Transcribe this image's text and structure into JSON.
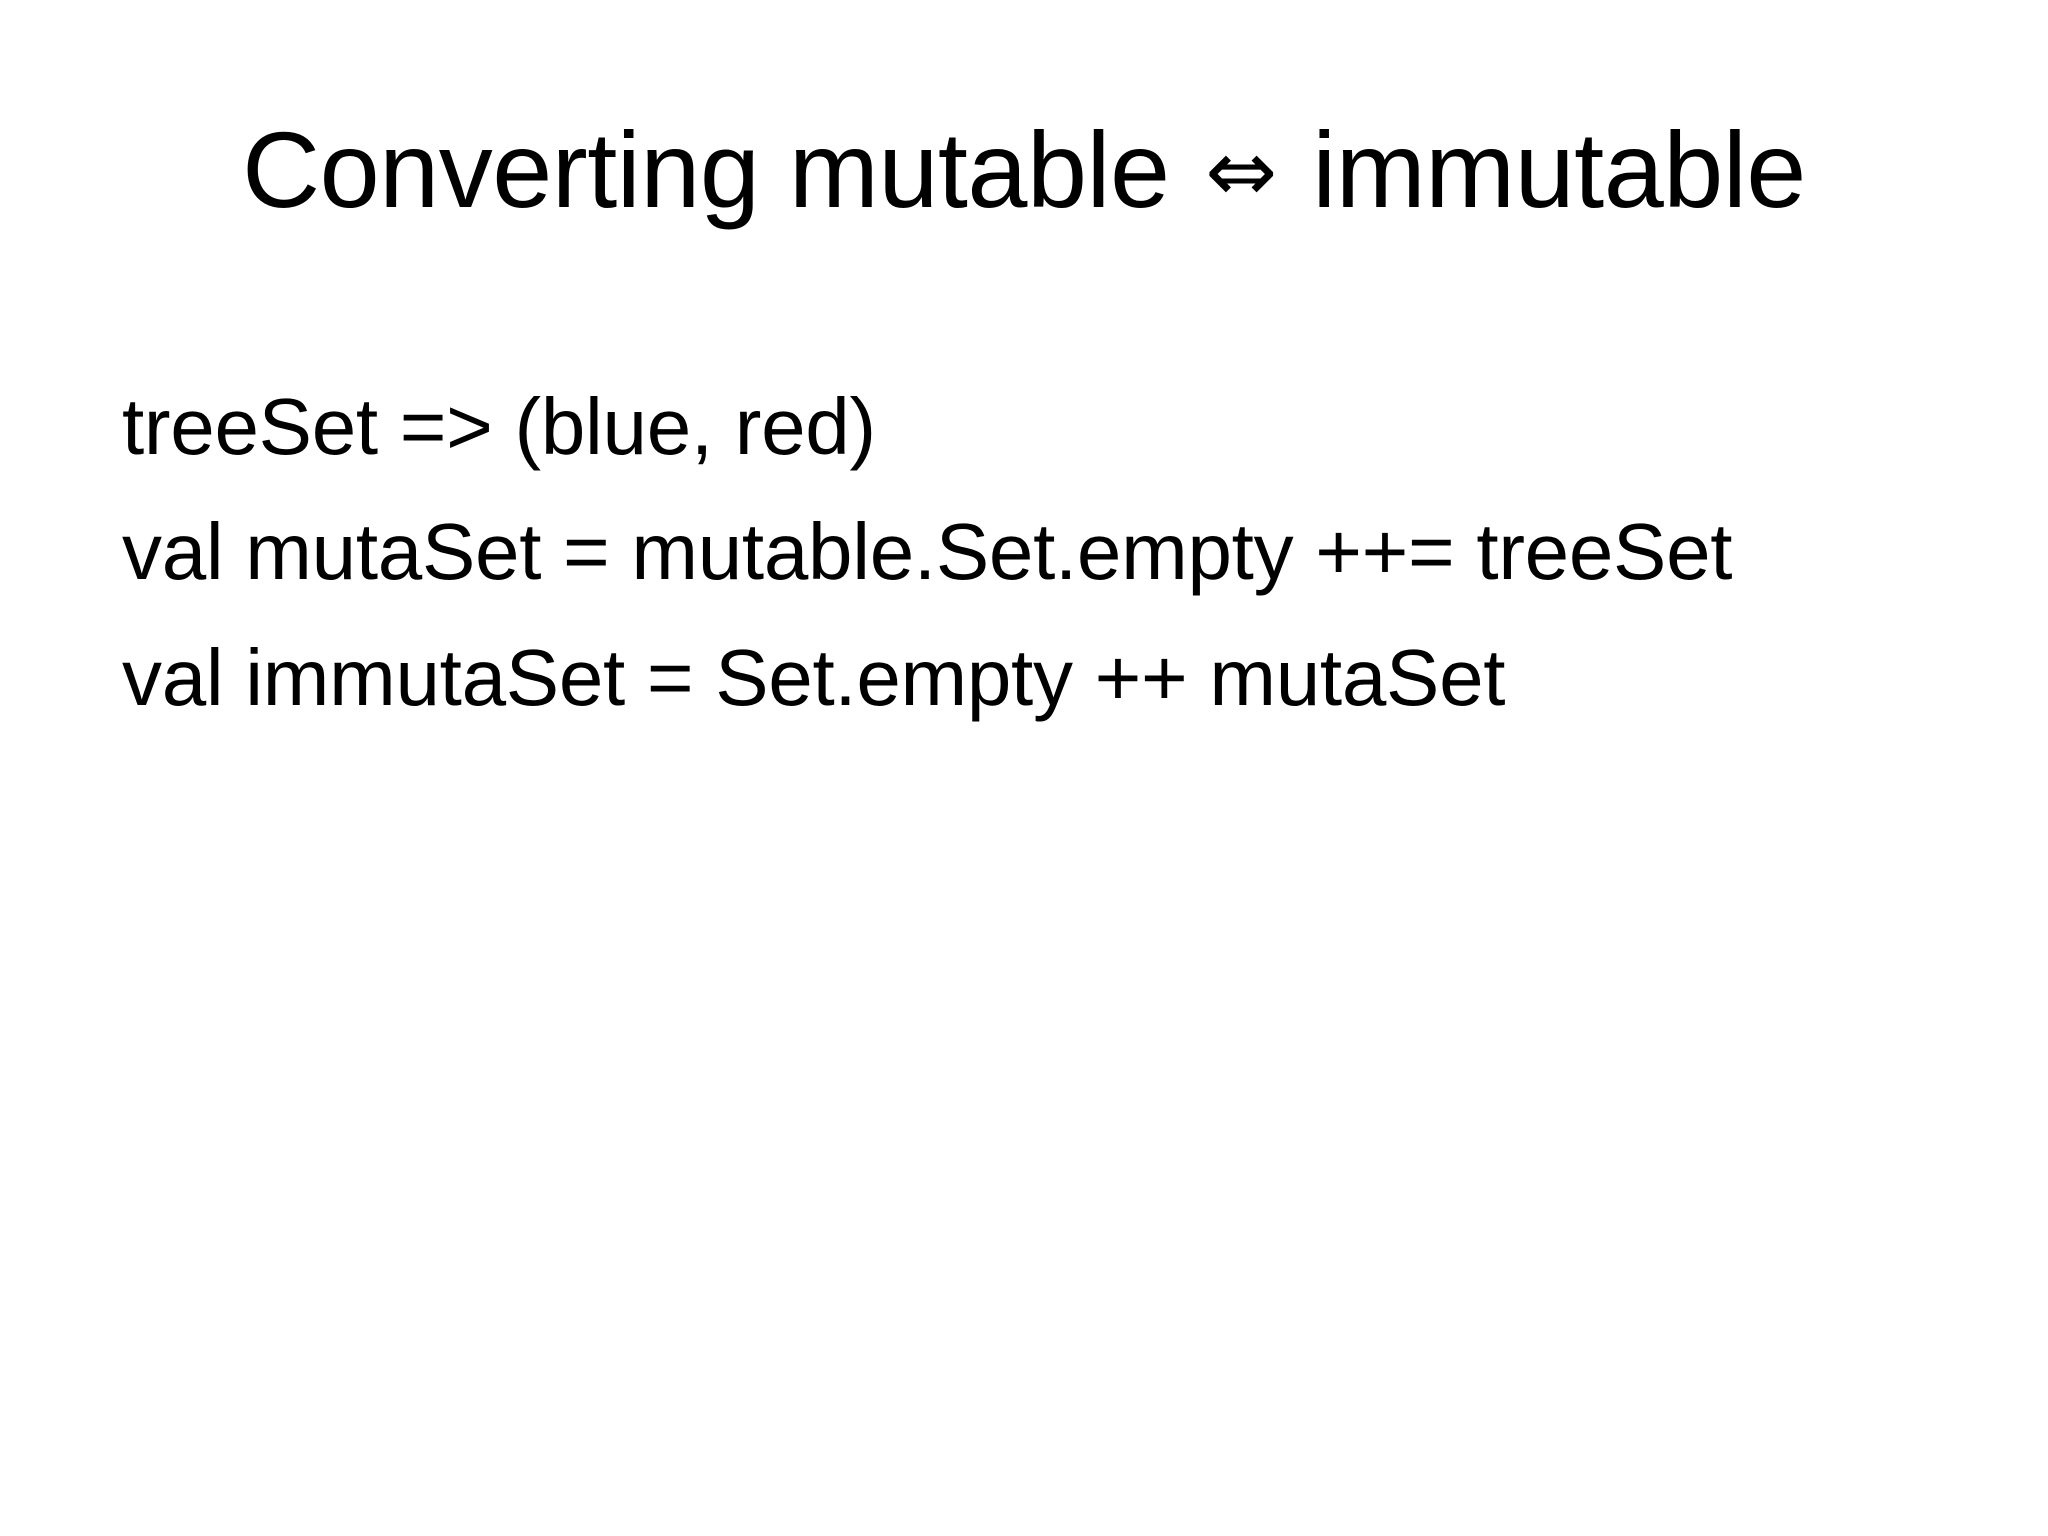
{
  "slide": {
    "background_color": "#ffffff",
    "text_color": "#000000",
    "title": {
      "before_arrow": "Converting mutable ",
      "arrow_glyph": "⇔",
      "arrow_icon_name": "left-right-double-arrow-icon",
      "after_arrow": " immutable",
      "full_text": "Converting mutable ⇔ immutable"
    },
    "body": {
      "lines": [
        {
          "text": "treeSet => (blue, red)"
        },
        {
          "text": "val mutaSet = mutable.Set.empty ++= treeSet"
        },
        {
          "text": "val immutaSet = Set.empty ++ mutaSet"
        }
      ]
    }
  }
}
